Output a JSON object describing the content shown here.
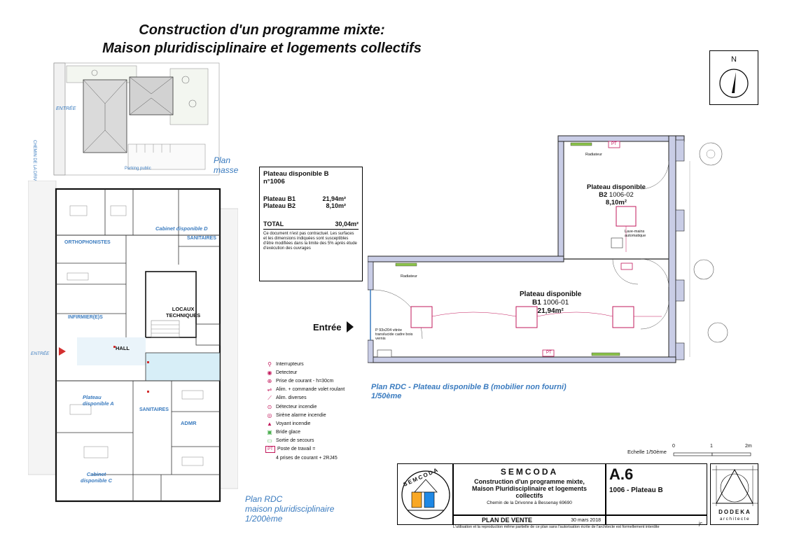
{
  "title": {
    "line1": "Construction d'un programme mixte:",
    "line2": "Maison pluridisciplinaire et logements collectifs"
  },
  "compass": {
    "letter": "N"
  },
  "plan_masse": {
    "entree": "ENTRÉE",
    "road": "CHEMIN DE LA DRIVONNE",
    "parking": "Parking public",
    "label_line1": "Plan",
    "label_line2": "masse"
  },
  "plan_rdc_small": {
    "rooms": {
      "orthophonistes": "ORTHOPHONISTES",
      "cabinet_d": "Cabinet disponible D",
      "sanitaires_top": "SANITAIRES",
      "locaux_line1": "LOCAUX",
      "locaux_line2": "TECHNIQUES",
      "infirmiers": "INFIRMIER(E)S",
      "hall": "HALL",
      "entree": "ENTRÉE",
      "plateau_a_line1": "Plateau",
      "plateau_a_line2": "disponible A",
      "sanitaires_bottom": "SANITAIRES",
      "admr": "ADMR",
      "cabinet_c_line1": "Cabinet",
      "cabinet_c_line2": "disponible C"
    },
    "label_line1": "Plan RDC",
    "label_line2": "maison pluridisciplinaire",
    "label_line3": "1/200ème"
  },
  "surface_table": {
    "heading_line1": "Plateau disponible B",
    "heading_line2": "n°1006",
    "b1_label": "Plateau B1",
    "b1_value": "21,94m²",
    "b2_label": "Plateau B2",
    "b2_value": "8,10m²",
    "total_label": "TOTAL",
    "total_value": "30,04m²",
    "disclaimer": "Ce document n'est pas contractuel. Les surfaces et les dimensions indiquées sont susceptibles d'être modifiées dans la limite des 5% après étude d'exécution des ouvrages"
  },
  "detail_plan": {
    "b2_title": "Plateau disponible",
    "b2_ref_prefix": "B2",
    "b2_ref": "1006-02",
    "b2_area": "8,10m²",
    "b1_title": "Plateau disponible",
    "b1_ref_prefix": "B1",
    "b1_ref": "1006-01",
    "b1_area": "21,94m²",
    "radiateur": "Radiateur",
    "pt": "PT",
    "lave_mains": "Lave-mains automatique",
    "entree": "Entrée",
    "porte_note": "P 93x204 vitrée translucide cadre bois vernis",
    "label_line1": "Plan RDC - Plateau disponible B (mobilier non fourni)",
    "label_line2": "1/50ème"
  },
  "legend": [
    {
      "icon": "⚲",
      "label": "Interrupteurs"
    },
    {
      "icon": "◉",
      "label": "Detecteur"
    },
    {
      "icon": "⊕",
      "label": "Prise de courant - h=30cm"
    },
    {
      "icon": "⇌",
      "label": "Alim. + commande volet roulant"
    },
    {
      "icon": "⟋",
      "label": "Alim. diverses"
    },
    {
      "icon": "⊙",
      "label": "Détecteur incendie"
    },
    {
      "icon": "◎",
      "label": "Sirène alarme incendie"
    },
    {
      "icon": "▲",
      "label": "Voyant incendie"
    },
    {
      "icon": "▣",
      "label": "Bride glace"
    },
    {
      "icon": "▭",
      "label": "Sortie de secours"
    },
    {
      "icon": "PT",
      "label": "Poste de travail ="
    },
    {
      "icon": "",
      "label": "4 prises de courant + 2RJ45"
    }
  ],
  "scale": {
    "label": "Echelle 1/50ème",
    "ticks": [
      "0",
      "1",
      "2m"
    ]
  },
  "title_block": {
    "company": "SEMCODA",
    "logo_text": "SEMCODA",
    "project_line1": "Construction d'un programme mixte,",
    "project_line2": "Maison Pluridisciplinaire et logements",
    "project_line3": "collectifs",
    "address": "Chemin de la Drivonne à Bessenay 69690",
    "sheet": "A.6",
    "lot": "1006 - Plateau B",
    "plan_type": "PLAN DE VENTE",
    "date": "30 mars 2018",
    "initials": "jc",
    "architect_name": "DODEKA",
    "architect_sub": "architecte",
    "notice": "L'utilisation et la reproduction même partielle de ce plan sans l'autorisation écrite de l'architecte est formellement interdite"
  },
  "colors": {
    "blue_label": "#3a7bbf",
    "magenta": "#c2185b",
    "wall_fill": "#c9cde6"
  }
}
